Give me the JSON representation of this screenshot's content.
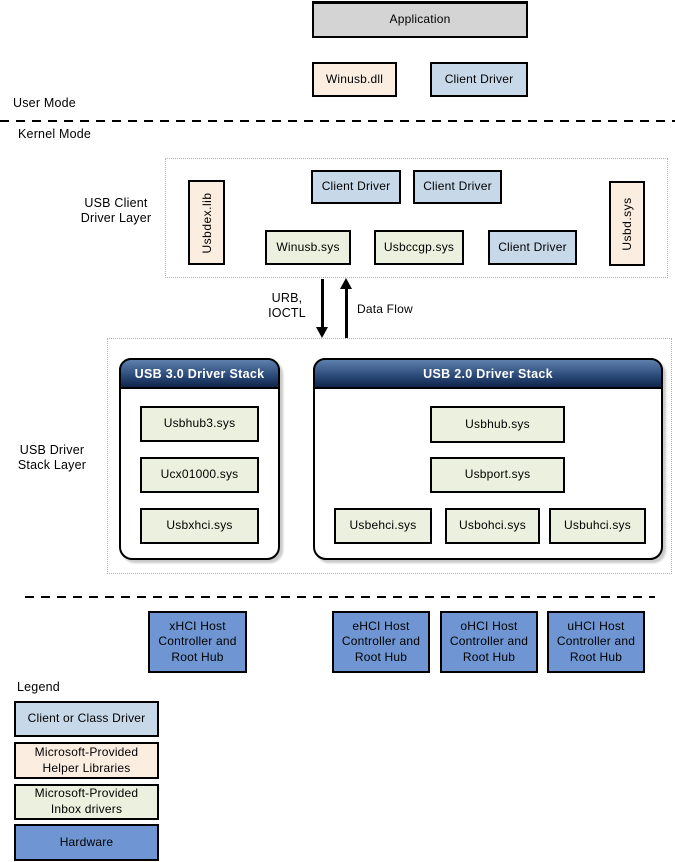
{
  "colors": {
    "application_gray": "#d4d4d4",
    "client_driver_blue": "#c7d8e9",
    "helper_cream": "#fbeee1",
    "inbox_green": "#ebf1de",
    "hardware_blue": "#6f96d2",
    "stack_header_top": "#5e80ac",
    "stack_header_mid": "#2e4d7c",
    "stack_header_bottom": "#0f254c",
    "dotted_gray": "#b0b0b0"
  },
  "user_mode": {
    "label": "User Mode",
    "application": "Application",
    "winusb_dll": "Winusb.dll",
    "client_driver": "Client Driver"
  },
  "kernel_mode": {
    "label": "Kernel Mode"
  },
  "client_layer": {
    "label": [
      "USB Client",
      "Driver Layer"
    ],
    "usbdex_lib": "Usbdex.lib",
    "usbd_sys": "Usbd.sys",
    "client_drivers": [
      "Client Driver",
      "Client Driver",
      "Client Driver"
    ],
    "winusb_sys": "Winusb.sys",
    "usbccgp_sys": "Usbccgp.sys"
  },
  "flow": {
    "down_arrow_label": [
      "URB,",
      "IOCTL"
    ],
    "up_arrow_label": "Data Flow"
  },
  "stack_layer": {
    "label": [
      "USB Driver",
      "Stack Layer"
    ],
    "usb3": {
      "title": "USB 3.0 Driver Stack",
      "drivers": [
        "Usbhub3.sys",
        "Ucx01000.sys",
        "Usbxhci.sys"
      ]
    },
    "usb2": {
      "title": "USB 2.0 Driver Stack",
      "hub": "Usbhub.sys",
      "port": "Usbport.sys",
      "controllers": [
        "Usbehci.sys",
        "Usbohci.sys",
        "Usbuhci.sys"
      ]
    }
  },
  "hardware_row": [
    "xHCI Host Controller and Root Hub",
    "eHCI Host Controller and Root Hub",
    "oHCI Host Controller and Root Hub",
    "uHCI Host Controller and Root Hub"
  ],
  "legend": {
    "title": "Legend",
    "items": [
      "Client or Class Driver",
      "Microsoft-Provided Helper Libraries",
      "Microsoft-Provided Inbox drivers",
      "Hardware"
    ]
  }
}
